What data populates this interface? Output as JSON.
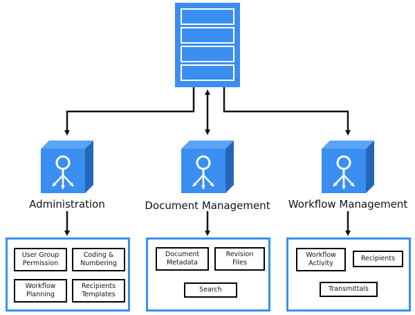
{
  "colors": {
    "accent": "#3a8ef0",
    "line": "#111111"
  },
  "server": {
    "icon": "database-server-icon",
    "rows": 4
  },
  "columns": [
    {
      "title": "Administration",
      "icon": "administration-hub-icon",
      "modules": [
        "User Group\nPermission",
        "Coding &\nNumbering",
        "Workflow\nPlanning",
        "Recipients\nTemplates"
      ]
    },
    {
      "title": "Document Management",
      "icon": "document-management-hub-icon",
      "modules": [
        "Document\nMetadata",
        "Revision\nFiles",
        "Search"
      ]
    },
    {
      "title": "Workflow Management",
      "icon": "workflow-management-hub-icon",
      "modules": [
        "Workflow\nActivity",
        "Recipients",
        "Transmittals"
      ]
    }
  ]
}
